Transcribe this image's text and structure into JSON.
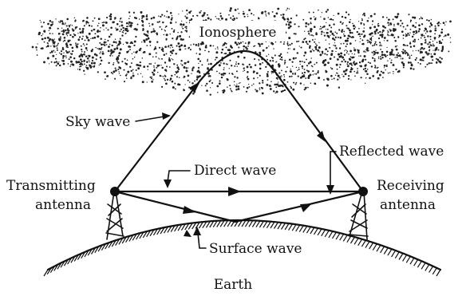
{
  "labels": {
    "ionosphere": "Ionosphere",
    "sky_wave": "Sky wave",
    "direct_wave": "Direct wave",
    "reflected_wave": "Reflected wave",
    "transmitting_line1": "Transmitting",
    "transmitting_line2": "antenna",
    "receiving_line1": "Receiving",
    "receiving_line2": "antenna",
    "surface_wave": "Surface wave",
    "earth": "Earth"
  }
}
